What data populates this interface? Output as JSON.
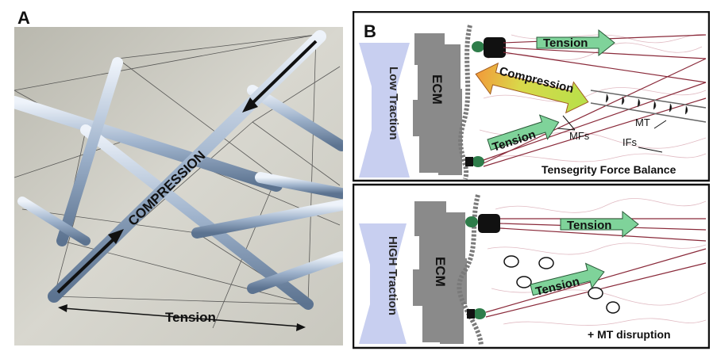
{
  "panels": {
    "a": {
      "label": "A",
      "compression": "COMPRESSION",
      "tension": "Tension"
    },
    "b": {
      "label": "B",
      "top": {
        "traction": "Low Traction",
        "ecm": "ECM",
        "tension_upper": "Tension",
        "compression": "Compression",
        "tension_lower": "Tension",
        "mfs": "MFs",
        "mt": "MT",
        "ifs": "IFs",
        "caption": "Tensegrity Force Balance"
      },
      "bottom": {
        "traction": "HIGH Traction",
        "ecm": "ECM",
        "tension_upper": "Tension",
        "tension_lower": "Tension",
        "caption": "+ MT disruption"
      }
    }
  },
  "colors": {
    "tension_arrow": "#7fd39a",
    "compression_start": "#f29a3a",
    "compression_end": "#b7e04a",
    "ecm": "#8a8a8a",
    "traction_pad": "#c8cff0"
  }
}
